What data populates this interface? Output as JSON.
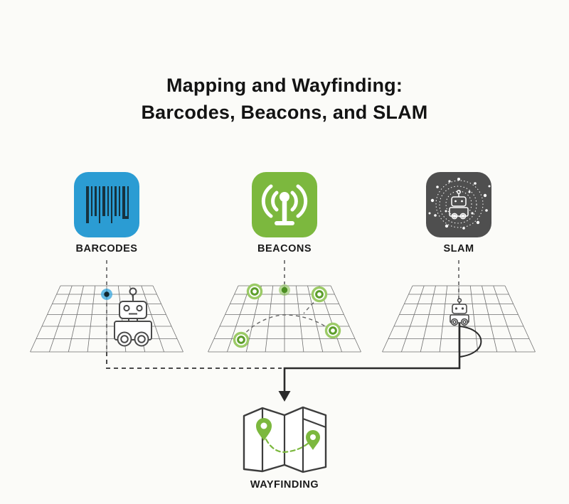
{
  "title": {
    "line1": "Mapping and Wayfinding:",
    "line2": "Barcodes, Beacons, and SLAM"
  },
  "columns": [
    {
      "id": "barcodes",
      "label": "BARCODES",
      "icon": "barcode-icon",
      "color": "#2b9cd3"
    },
    {
      "id": "beacons",
      "label": "BEACONS",
      "icon": "beacon-icon",
      "color": "#7cb83e"
    },
    {
      "id": "slam",
      "label": "SLAM",
      "icon": "slam-icon",
      "color": "#4f4f4f"
    }
  ],
  "result": {
    "label": "WAYFINDING",
    "icon": "folded-map-icon"
  },
  "markers": {
    "barcode_grid": "blue-scan-dot and robot on floor grid",
    "beacon_grid": "four beacon rings, one beacon dot, dashed travel path",
    "slam_grid": "mini robot with loop-closure path"
  },
  "flow": {
    "arrow_icon": "arrow-down-icon",
    "dashed_sources": [
      "barcodes",
      "beacons",
      "slam"
    ],
    "target": "wayfinding-map"
  },
  "colors": {
    "background": "#fbfbf8",
    "text_dark": "#131313",
    "barcode_blue": "#2b9cd3",
    "barcode_bars": "#17323e",
    "beacon_green": "#7cb83e",
    "slam_gray": "#4f4f4f",
    "grid_line": "#6f6f6f",
    "flow_line": "#2b2b2b",
    "scan_dot_blue": "#41aadf",
    "pin_green": "#7cb83e",
    "map_outline": "#3d3d3d"
  }
}
